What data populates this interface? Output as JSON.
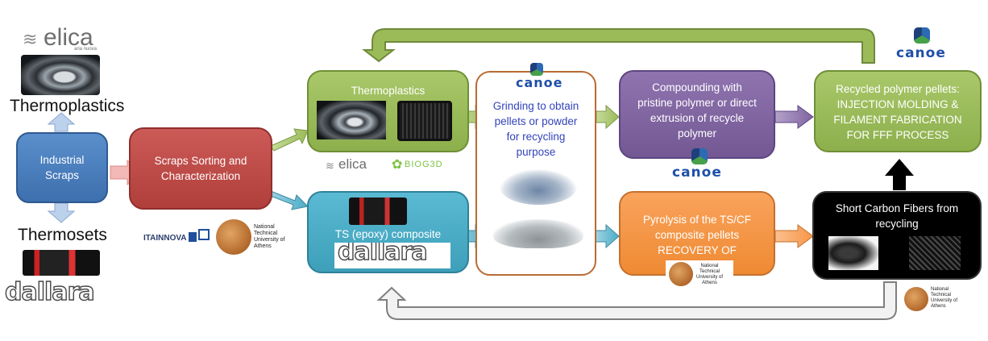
{
  "left": {
    "elica_logo": "elica",
    "elica_tagline": "aria nuova",
    "thermoplastics_heading": "Thermoplastics",
    "thermosets_heading": "Thermosets",
    "dallara_logo": "dallara"
  },
  "boxes": {
    "industrial_scraps": "Industrial Scraps",
    "sorting": "Scraps Sorting and Characterization",
    "thermoplastics": "Thermoplastics",
    "ts_composite": "TS (epoxy) composite",
    "grinding": "Grinding to obtain pellets or powder for recycling purpose",
    "compounding": "Compounding with pristine polymer or direct extrusion of recycle polymer",
    "pyrolysis": "Pyrolysis of the TS/CF composite pellets RECOVERY OF FIBERS",
    "recycled_pellets": "Recycled polymer pellets: INJECTION MOLDING & FILAMENT FABRICATION FOR FFF PROCESS",
    "short_fibers": "Short Carbon Fibers from recycling"
  },
  "logos": {
    "canoe": "canoe",
    "elica": "elica",
    "biog3d": "BIOG3D",
    "itainnova": "ITAINNOVA",
    "ntua_lines": [
      "National",
      "Technical",
      "University of",
      "Athens"
    ]
  },
  "colors": {
    "blue": "#4f81bd",
    "red": "#c0504d",
    "green": "#9bbb59",
    "teal": "#4bacc6",
    "purple": "#8064a2",
    "orange": "#f79646",
    "brown_outline": "#b86b32",
    "black": "#000000"
  }
}
